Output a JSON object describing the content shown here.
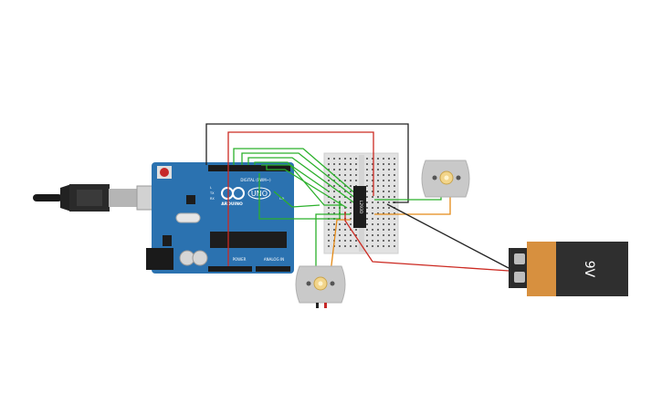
{
  "arduino": {
    "brand": "ARDUINO",
    "model": "UNO",
    "digital_label": "DIGITAL (PWM~)",
    "power_label": "POWER",
    "analog_label": "ANALOG IN",
    "tx_label": "TX",
    "rx_label": "RX",
    "l_label": "L",
    "on_label": "ON"
  },
  "driver_ic": {
    "label": "L293D"
  },
  "battery": {
    "label": "9V"
  },
  "colors": {
    "board": "#2b72b0",
    "wire_red": "#cc2a22",
    "wire_green": "#2bb02b",
    "wire_orange": "#e48a17",
    "wire_black": "#222222",
    "battery_body": "#d7903f",
    "battery_cap": "#2f2f2f"
  }
}
